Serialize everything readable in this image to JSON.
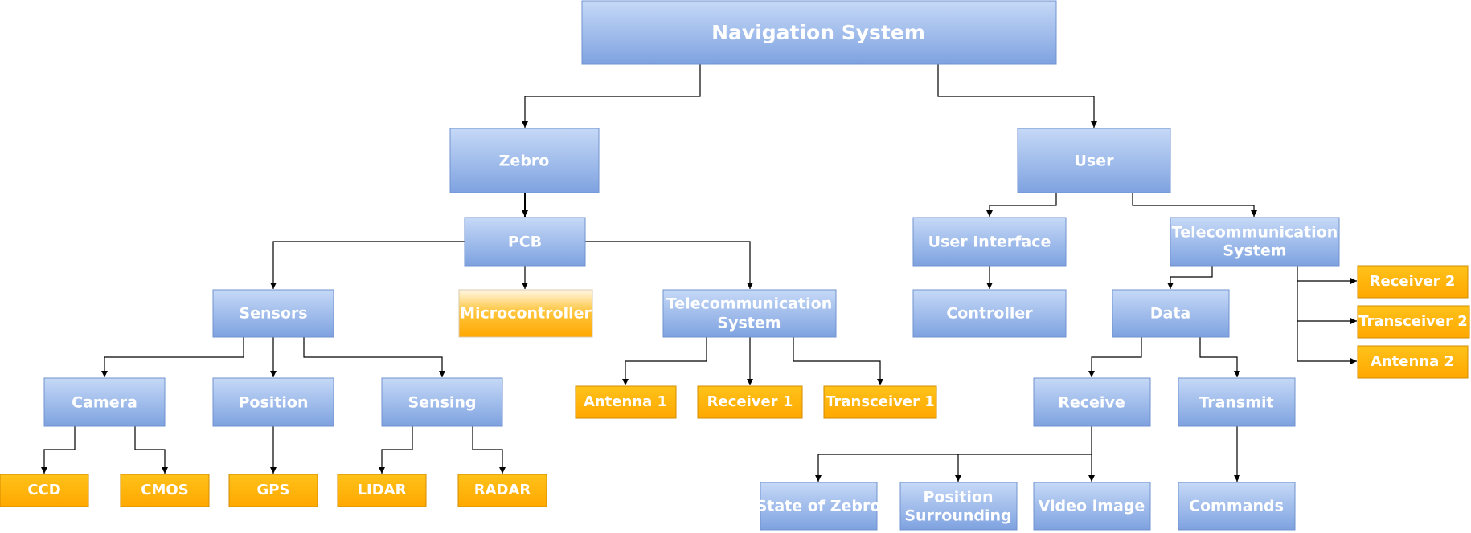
{
  "diagram": {
    "nodes": {
      "root": "Navigation System",
      "zebro": "Zebro",
      "user": "User",
      "pcb": "PCB",
      "sensors": "Sensors",
      "microcontroller": "Microcontroller",
      "telecom_left": [
        "Telecommunication",
        "System"
      ],
      "user_interface": "User Interface",
      "telecom_right": [
        "Telecommunication",
        "System"
      ],
      "controller": "Controller",
      "data": "Data",
      "camera": "Camera",
      "position": "Position",
      "sensing": "Sensing",
      "antenna1": "Antenna 1",
      "receiver1": "Receiver 1",
      "transceiver1": "Transceiver 1",
      "receive": "Receive",
      "transmit": "Transmit",
      "receiver2": "Receiver 2",
      "transceiver2": "Transceiver 2",
      "antenna2": "Antenna 2",
      "ccd": "CCD",
      "cmos": "CMOS",
      "gps": "GPS",
      "lidar": "LIDAR",
      "radar": "RADAR",
      "state_of_zebro": "State of Zebro",
      "position_surrounding": [
        "Position",
        "Surrounding"
      ],
      "video_image": "Video image",
      "commands": "Commands"
    },
    "colors": {
      "blue_fill_top": "#c6d9f7",
      "blue_fill_bottom": "#7ea2e0",
      "blue_stroke": "#6f93cf",
      "orange_fill_top": "#ffc21a",
      "orange_fill_bottom": "#ffa800",
      "orange_stroke": "#d08d00",
      "mc_fill_top": "#fff8e6",
      "mc_fill_bottom": "#ffa800",
      "line": "#000000"
    }
  }
}
